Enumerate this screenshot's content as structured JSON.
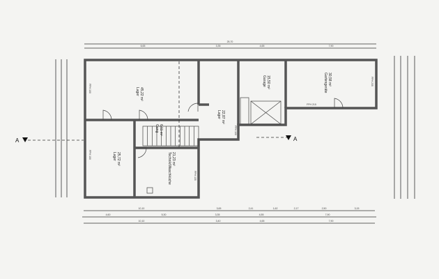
{
  "rooms": {
    "lager_1": {
      "name": "Lager",
      "area": "45,22 m²"
    },
    "lager_2": {
      "name": "Lager",
      "area": "22,87 m²"
    },
    "garage": {
      "name": "Garage",
      "area": "15,50 m²"
    },
    "gartengeraete": {
      "name": "Gartengeräte",
      "area": "30,58 m²"
    },
    "lager_3": {
      "name": "Lager",
      "area": "25,72 m²"
    },
    "gang": {
      "name": "Gang",
      "area": "6,11 m²"
    },
    "technik": {
      "name": "Technik/Waschküche",
      "area": "21,23 m²"
    }
  },
  "section_marker": "A",
  "dimensions": {
    "top_total": "25,70",
    "top_parts": [
      "6,65",
      "3,35",
      "4,65",
      "7,90"
    ],
    "bottom_row1": [
      "10,10",
      "3,65",
      "2,41",
      "1,62",
      "2,17",
      "2,50",
      "3,15"
    ],
    "bottom_row2": [
      "4,60",
      "5,30",
      "3,35",
      "4,55",
      "7,90"
    ],
    "bottom_row3": [
      "10,10",
      "3,40",
      "4,65",
      "7,90"
    ]
  },
  "window_labels": [
    "FPH 100",
    "FPH 100",
    "FPH 135",
    "FPH 100",
    "FPH 215",
    "FPH 235"
  ]
}
